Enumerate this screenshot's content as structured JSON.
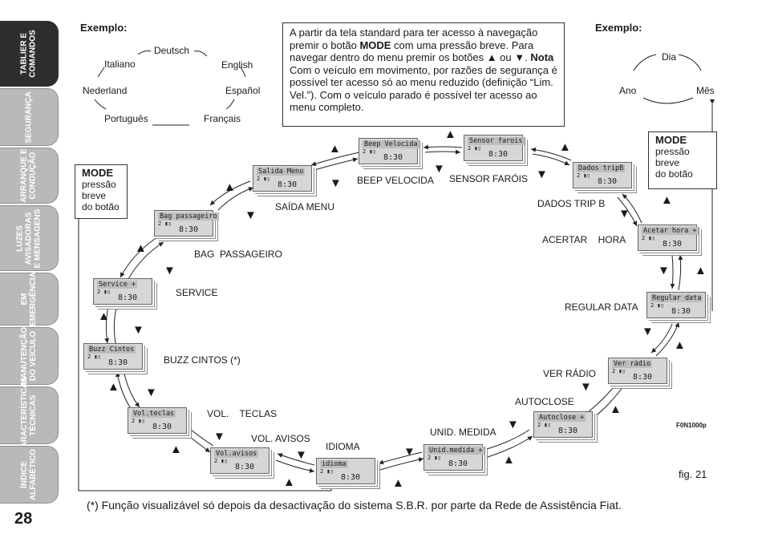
{
  "side_tabs": [
    {
      "label": "TABLIER E\nCOMANDOS",
      "active": true
    },
    {
      "label": "SEGURANÇA",
      "active": false
    },
    {
      "label": "ARRANQUE E\nCONDUÇÃO",
      "active": false
    },
    {
      "label": "LUZES\nAVISADORAS\nE MENSAGENS",
      "active": false
    },
    {
      "label": "EM\nEMERGÊNCIA",
      "active": false
    },
    {
      "label": "MANUTENÇÃO\nDO VEÍCULO",
      "active": false
    },
    {
      "label": "CARACTERÍSTICAS\nTÉCNICAS",
      "active": false
    },
    {
      "label": "ÍNDICE\nALFABÉTICO",
      "active": false
    }
  ],
  "page_number": "28",
  "left_example": {
    "heading": "Exemplo:",
    "languages": [
      "Deutsch",
      "Italiano",
      "English",
      "Nederland",
      "Español",
      "Português",
      "Français"
    ]
  },
  "right_example": {
    "heading": "Exemplo:",
    "items": [
      "Dia",
      "Ano",
      "Mês"
    ]
  },
  "info_box": {
    "p1_a": "A partir da tela standard para ter acesso à navegação premir o botão ",
    "p1_mode": "MODE",
    "p1_b": " com uma pressão breve. Para navegar dentro do menu premir os botões ▲ ou ▼.",
    "nota_label": "Nota",
    "nota_text": " Com o veículo em movimento, por razões de segurança é possível ter acesso só ao menu reduzido (definição “Lim. Vel.”). Com o veículo parado é possível ter acesso ao menu completo."
  },
  "mode_box": {
    "title": "MODE",
    "lines": [
      "pressão",
      "breve",
      "do botão"
    ]
  },
  "screens": [
    {
      "title": "Beep Velocida",
      "gear": "2 ▮▯",
      "clock": "8:30",
      "caption": "BEEP VELOCIDA"
    },
    {
      "title": "Sensor farois",
      "gear": "2 ▮▯",
      "clock": "8:30",
      "caption": "SENSOR FARÓIS"
    },
    {
      "title": "Dados tripB",
      "gear": "2 ▮▯",
      "clock": "8:30",
      "caption": "DADOS TRIP B"
    },
    {
      "title": "Acetar hora +",
      "gear": "2 ▮▯",
      "clock": "8:30",
      "caption": "ACERTAR    HORA"
    },
    {
      "title": "Regular data",
      "gear": "2 ▮▯",
      "clock": "8:30",
      "caption": "REGULAR DATA"
    },
    {
      "title": "Ver rádio",
      "gear": "2 ▮▯",
      "clock": "8:30",
      "caption": "VER RÁDIO"
    },
    {
      "title": "Autoclose +",
      "gear": "2 ▮▯",
      "clock": "8:30",
      "caption": "AUTOCLOSE"
    },
    {
      "title": "Unid.medida +",
      "gear": "2 ▮▯",
      "clock": "8:30",
      "caption": "UNID. MEDIDA"
    },
    {
      "title": "idioma",
      "gear": "2 ▮▯",
      "clock": "8:30",
      "caption": "IDIOMA"
    },
    {
      "title": "Vol.avisos",
      "gear": "2 ▮▯",
      "clock": "8:30",
      "caption": "VOL. AVISOS"
    },
    {
      "title": "Vol.teclas",
      "gear": "2 ▮▯",
      "clock": "8:30",
      "caption": "VOL.    TECLAS"
    },
    {
      "title": "Buzz Cintos",
      "gear": "2 ▮▯",
      "clock": "8:30",
      "caption": "BUZZ CINTOS (*)"
    },
    {
      "title": "Service +",
      "gear": "2 ▮▯",
      "clock": "8:30",
      "caption": "SERVICE"
    },
    {
      "title": "Bag passageiro",
      "gear": "2 ▮▯",
      "clock": "8:30",
      "caption": "BAG  PASSAGEIRO"
    },
    {
      "title": "Salida Menu",
      "gear": "2 ▮▯",
      "clock": "8:30",
      "caption": "SAÍDA MENU"
    }
  ],
  "figure_code": "F0N1000p",
  "figure_label": "fig. 21",
  "footnote": "(*) Função visualizável só depois da desactivação do sistema S.B.R. por parte da Rede de Assistência Fiat."
}
